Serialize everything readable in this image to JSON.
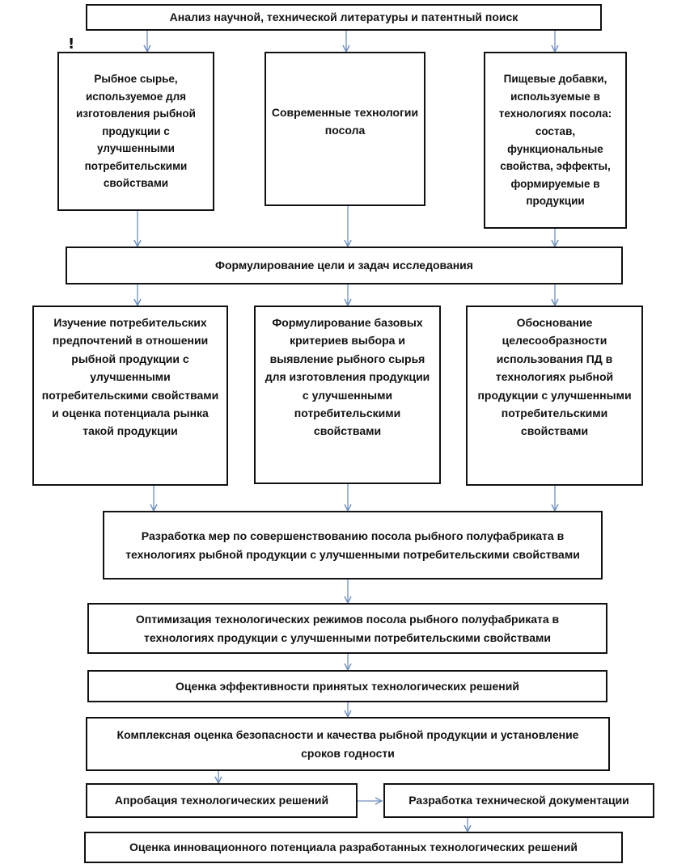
{
  "nodes": {
    "literature": "Анализ научной, технической литературы и патентный поиск",
    "raw_fish": "Рыбное сырье, используемое для изготовления рыбной продукции с улучшенными потребительскими свойствами",
    "salting_tech": "Современные технологии посола",
    "additives": "Пищевые добавки, используемые в технологиях посола: состав, функциональные свойства, эффекты, формируемые в продукции",
    "goals": "Формулирование цели и задач исследования",
    "consumer_study": "Изучение потребительских предпочтений в отношении рыбной продукции с улучшенными потребительскими свойствами и оценка потенциала рынка такой продукции",
    "criteria": "Формулирование базовых критериев выбора и выявление рыбного сырья для изготовления продукции с улучшенными потребительскими свойствами",
    "justification": "Обоснование целесообразности использования ПД в технологиях рыбной продукции с улучшенными потребительскими свойствами",
    "measures": "Разработка мер по совершенствованию посола рыбного полуфабриката в технологиях рыбной продукции с улучшенными потребительскими свойствами",
    "optimization": "Оптимизация технологических режимов посола рыбного полуфабриката в технологиях продукции с улучшенными потребительскими свойствами",
    "efficiency": "Оценка эффективности принятых технологических решений",
    "safety": "Комплексная оценка безопасности и качества рыбной продукции и установление сроков годности",
    "approbation": "Апробация технологических решений",
    "documentation": "Разработка технической документации",
    "innovation": "Оценка инновационного потенциала разработанных технологических решений"
  },
  "mark": "!",
  "colors": {
    "box_border": "#111111",
    "arrow": "#6f8fbf"
  }
}
